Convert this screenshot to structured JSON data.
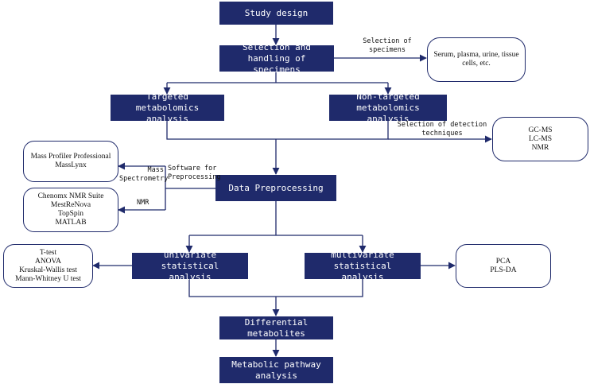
{
  "colors": {
    "box_fill": "#1f2a6b",
    "box_text": "#ffffff",
    "line": "#1f2a6b",
    "pill_border": "#1f2a6b"
  },
  "boxes": {
    "study_design": "Study design",
    "selection": "Selection and handling of\nspecimens",
    "targeted": "Targeted metabolomics\nanalysis",
    "non_targeted": "Non-targeted metabolomics\nanalysis",
    "preprocessing": "Data Preprocessing",
    "univariate": "univariate statistical\nanalysis",
    "multivariate": "multivariate statistical\nanalysis",
    "differential": "Differential metabolites",
    "pathway": "Metabolic pathway\nanalysis"
  },
  "side_boxes": {
    "specimens": "Serum, plasma, urine, tissue\ncells, etc.",
    "techniques": "GC-MS\nLC-MS\nNMR",
    "ms_software": "Mass Profiler Professional\nMassLynx",
    "nmr_software": "Chenomx NMR Suite\nMestReNova\nTopSpin\nMATLAB",
    "univariate_methods": "T-test\nANOVA\nKruskal-Wallis test\nMann-Whitney U test",
    "multivariate_methods": "PCA\nPLS-DA"
  },
  "labels": {
    "selection_of_specimens": "Selection of\nspecimens",
    "selection_of_techniques": "Selection of detection\ntechniques",
    "mass_spectrometry": "Mass\nSpectrometry",
    "software_for_preprocessing": "Software for\nPreprocessing",
    "nmr": "NMR"
  }
}
